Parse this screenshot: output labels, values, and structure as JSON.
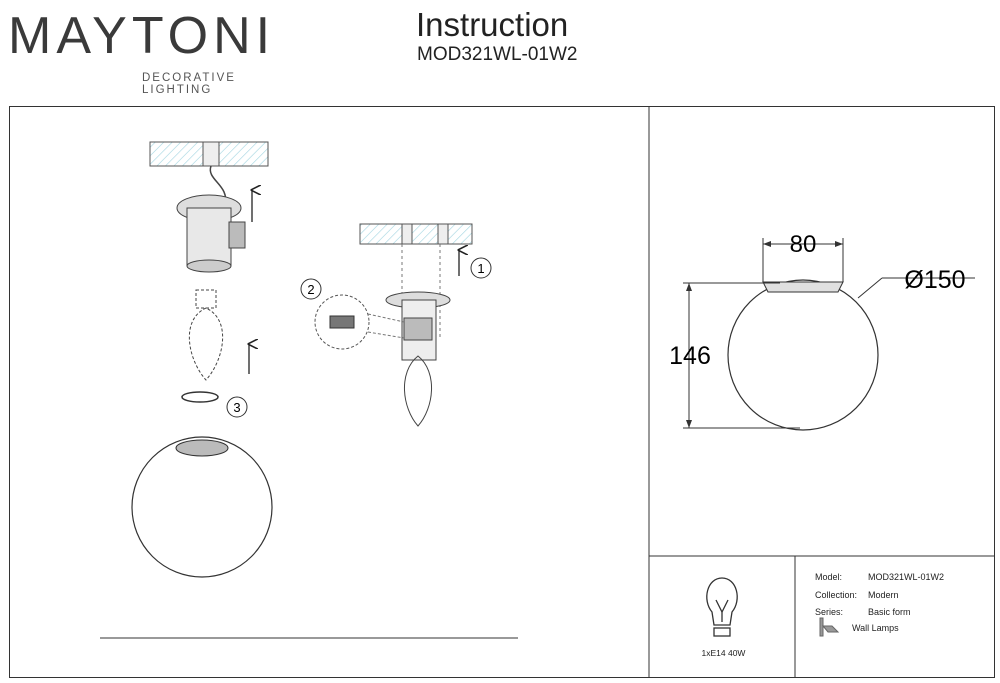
{
  "brand": {
    "name": "MAYTONI",
    "tagline": "DECORATIVE LIGHTING"
  },
  "header": {
    "title": "Instruction",
    "model": "MOD321WL-01W2"
  },
  "steps": [
    "1",
    "2",
    "3"
  ],
  "dimensions": {
    "width_top": "80",
    "diameter": "Ø150",
    "height": "146"
  },
  "bulb": {
    "spec": "1xE14 40W"
  },
  "info": {
    "model_label": "Model:",
    "model_value": "MOD321WL-01W2",
    "collection_label": "Collection:",
    "collection_value": "Modern",
    "series_label": "Series:",
    "series_value": "Basic form",
    "type_value": "Wall Lamps"
  }
}
